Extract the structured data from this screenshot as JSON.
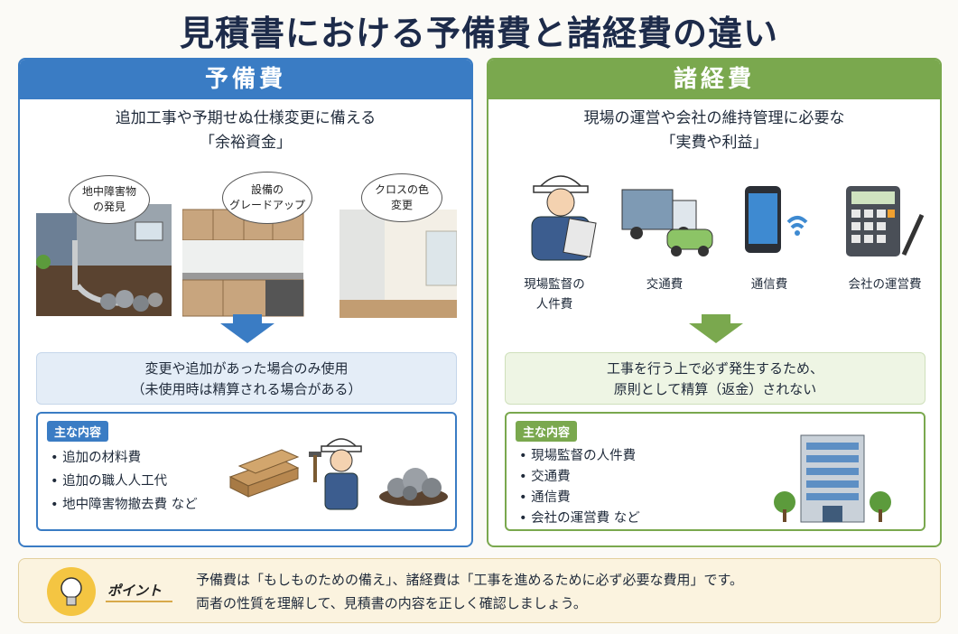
{
  "title": "見積書における予備費と諸経費の違い",
  "left": {
    "header": "予備費",
    "subtitle_line1": "追加工事や予期せぬ仕様変更に備える",
    "subtitle_line2": "「余裕資金」",
    "bubbles": [
      "地中障害物\nの発見",
      "設備の\nグレードアップ",
      "クロスの色\n変更"
    ],
    "note_line1": "変更や追加があった場合のみ使用",
    "note_line2": "（未使用時は精算される場合がある）",
    "tag": "主な内容",
    "items": [
      "追加の材料費",
      "追加の職人人工代",
      "地中障害物撤去費 など"
    ],
    "accent": "#3a7cc4"
  },
  "right": {
    "header": "諸経費",
    "subtitle_line1": "現場の運営や会社の維持管理に必要な",
    "subtitle_line2": "「実費や利益」",
    "icons": [
      {
        "label_line1": "現場監督の",
        "label_line2": "人件費",
        "icon": "supervisor-icon"
      },
      {
        "label_line1": "交通費",
        "label_line2": "",
        "icon": "truck-icon"
      },
      {
        "label_line1": "通信費",
        "label_line2": "",
        "icon": "smartphone-icon"
      },
      {
        "label_line1": "会社の運営費",
        "label_line2": "",
        "icon": "calculator-icon"
      }
    ],
    "note_line1": "工事を行う上で必ず発生するため、",
    "note_line2": "原則として精算（返金）されない",
    "tag": "主な内容",
    "items": [
      "現場監督の人件費",
      "交通費",
      "通信費",
      "会社の運営費 など"
    ],
    "accent": "#7aa84e"
  },
  "point": {
    "label": "ポイント",
    "line1": "予備費は「もしものための備え」、諸経費は「工事を進めるために必ず必要な費用」です。",
    "line2": "両者の性質を理解して、見積書の内容を正しく確認しましょう。"
  }
}
